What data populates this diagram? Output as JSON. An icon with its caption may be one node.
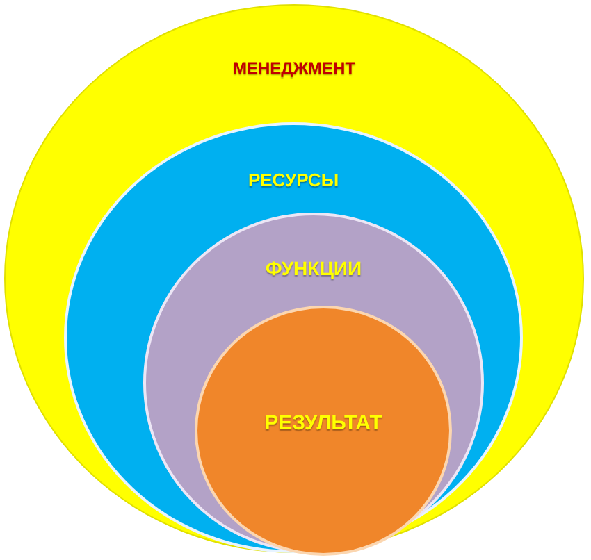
{
  "diagram": {
    "nodes": [
      {
        "text": [
          "МЕНЕДЖМЕНТ"
        ]
      },
      {
        "text": [
          "РЕСУРСЫ"
        ],
        "in": 0
      },
      {
        "text": [
          "ФУНКЦИИ"
        ],
        "in": 1
      },
      {
        "text": [
          "РЕЗУЛЬТАТ"
        ],
        "in": 2
      }
    ]
  }
}
